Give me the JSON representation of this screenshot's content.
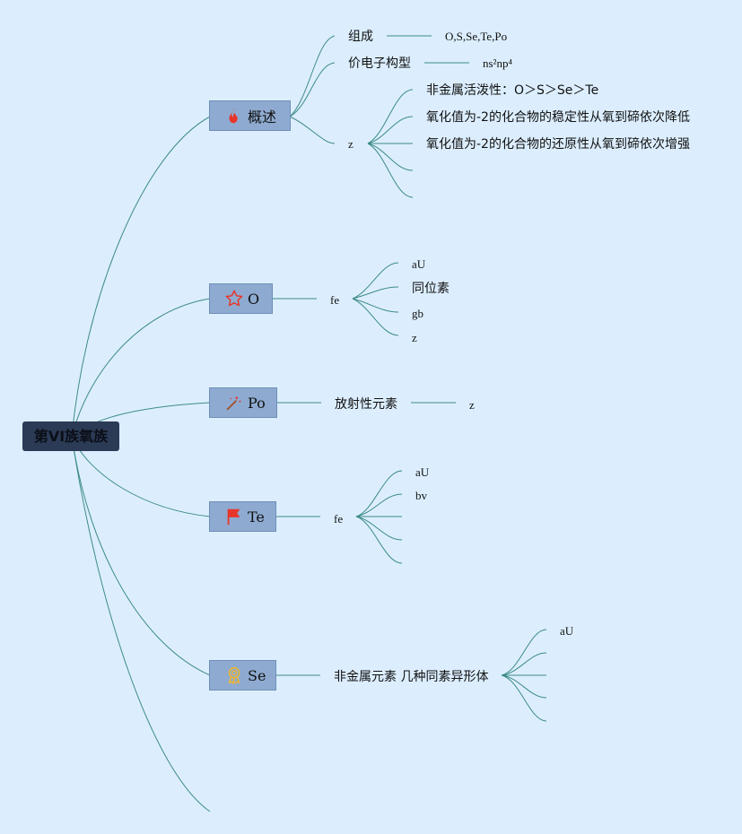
{
  "root": {
    "label": "第VI族氧族"
  },
  "overview": {
    "label": "概述",
    "composition": {
      "label": "组成",
      "value": "O,S,Se,Te,Po"
    },
    "valence": {
      "label": "价电子构型",
      "value": "ns²np⁴"
    },
    "z_label": "z",
    "properties": [
      "非金属活泼性：O＞S＞Se＞Te",
      "氧化值为-2的化合物的稳定性从氧到碲依次降低",
      "氧化值为-2的化合物的还原性从氧到碲依次增强"
    ]
  },
  "oxygen": {
    "label": "O",
    "fe_label": "fe",
    "items": [
      "aU",
      "同位素",
      "gb",
      "z"
    ]
  },
  "polonium": {
    "label": "Po",
    "radioactive": "放射性元素",
    "z_label": "z"
  },
  "tellurium": {
    "label": "Te",
    "fe_label": "fe",
    "items": [
      "aU",
      "bv"
    ]
  },
  "selenium": {
    "label": "Se",
    "desc": "非金属元素 几种同素异形体",
    "items": [
      "aU"
    ]
  },
  "colors": {
    "background": "#dceefe",
    "root_fill": "#2b3a55",
    "node_fill": "#8eaad0",
    "link": "#3d8b8a",
    "fire_icon": "#e8352a",
    "star_icon": "#e8352a",
    "flag_icon": "#e8352a",
    "medal_icon": "#e8b43a"
  },
  "icons": {
    "overview": "fire-icon",
    "oxygen": "star-icon",
    "polonium": "magic-wand-icon",
    "tellurium": "flag-icon",
    "selenium": "medal-icon"
  }
}
